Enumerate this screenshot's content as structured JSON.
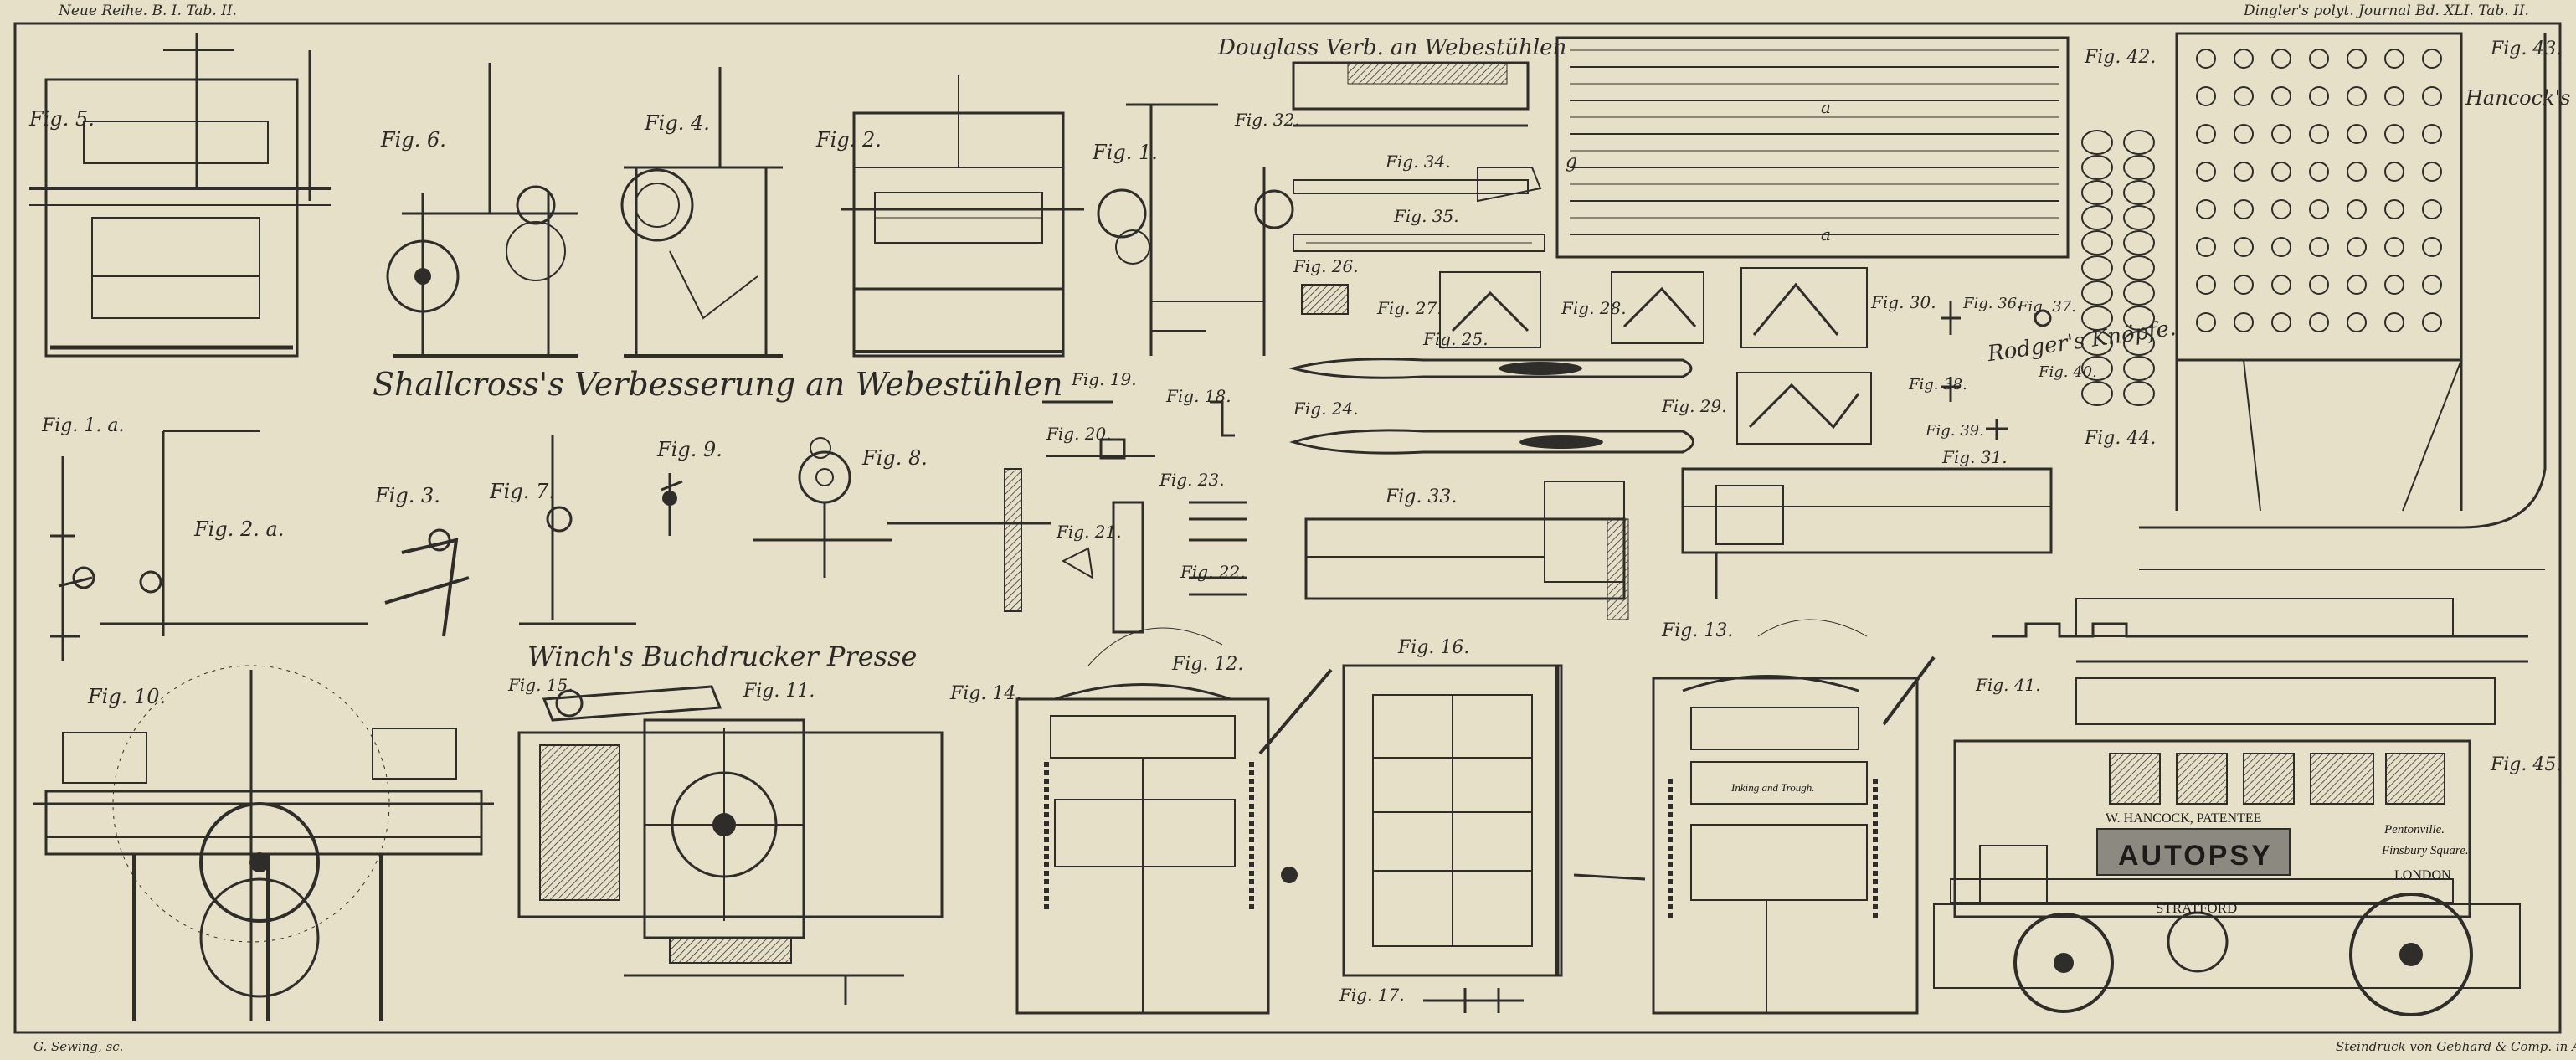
{
  "header": {
    "left": "Neue Reihe. B. I. Tab. II.",
    "right": "Dingler's polyt. Journal Bd. XLI. Tab. II."
  },
  "footer": {
    "left": "G. Sewing, sc.",
    "right": "Steindruck von Gebhard & Comp. in Augsburg"
  },
  "titles": {
    "shallcross": "Shallcross's Verbesserung an Webestühlen",
    "douglass": "Douglass Verb. an Webestühlen",
    "winch": "Winch's Buchdrucker Presse",
    "rodger": "Rodger's Knöpfe.",
    "hancock": "Hancock's Dampfwagen."
  },
  "figures": {
    "fig1": "Fig. 1.",
    "fig1a": "Fig. 1. a.",
    "fig2": "Fig. 2.",
    "fig2a": "Fig. 2. a.",
    "fig3": "Fig. 3.",
    "fig4": "Fig. 4.",
    "fig5": "Fig. 5.",
    "fig6": "Fig. 6.",
    "fig7": "Fig. 7.",
    "fig8": "Fig. 8.",
    "fig9": "Fig. 9.",
    "fig10": "Fig. 10.",
    "fig11": "Fig. 11.",
    "fig12": "Fig. 12.",
    "fig13": "Fig. 13.",
    "fig14": "Fig. 14.",
    "fig15": "Fig. 15.",
    "fig16": "Fig. 16.",
    "fig17": "Fig. 17.",
    "fig18": "Fig. 18.",
    "fig19": "Fig. 19.",
    "fig20": "Fig. 20.",
    "fig21": "Fig. 21.",
    "fig22": "Fig. 22.",
    "fig23": "Fig. 23.",
    "fig24": "Fig. 24.",
    "fig25": "Fig. 25.",
    "fig26": "Fig. 26.",
    "fig27": "Fig. 27.",
    "fig28": "Fig. 28.",
    "fig29": "Fig. 29.",
    "fig30": "Fig. 30.",
    "fig31": "Fig. 31.",
    "fig32": "Fig. 32.",
    "fig33": "Fig. 33.",
    "fig34": "Fig. 34.",
    "fig35": "Fig. 35.",
    "fig36": "Fig. 36.",
    "fig37": "Fig. 37.",
    "fig38": "Fig. 38.",
    "fig39": "Fig. 39.",
    "fig40": "Fig. 40.",
    "fig41": "Fig. 41.",
    "fig42": "Fig. 42.",
    "fig43": "Fig. 43.",
    "fig44": "Fig. 44.",
    "fig45": "Fig. 45."
  },
  "carriage": {
    "name": "AUTOPSY",
    "patentee": "W. HANCOCK, PATENTEE",
    "destination": "STRATFORD",
    "side1": "Pentonville.",
    "side2": "Finsbury Square.",
    "side3": "LONDON"
  },
  "fig13_inscription": "Inking and Trough."
}
